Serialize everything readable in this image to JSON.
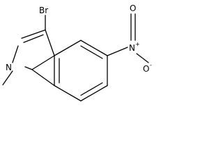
{
  "molecule": {
    "atoms": {
      "br": "Br",
      "n_ring": "N",
      "n_nitro": "N",
      "n_nitro_charge": "+",
      "o_top": "O",
      "o_bottom": "O",
      "o_bottom_charge": "-"
    }
  }
}
